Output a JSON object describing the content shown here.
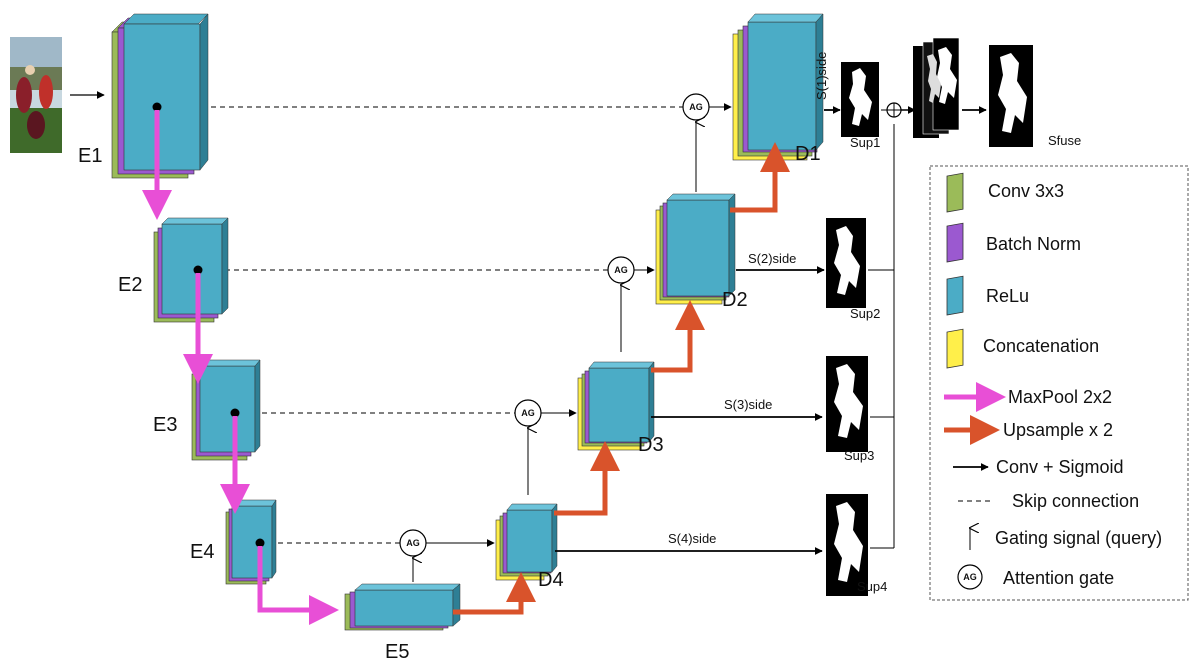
{
  "diagram": {
    "encoders": [
      "E1",
      "E2",
      "E3",
      "E4",
      "E5"
    ],
    "decoders": [
      "D1",
      "D2",
      "D3",
      "D4"
    ],
    "side_outputs": [
      "S(1)side",
      "S(2)side",
      "S(3)side",
      "S(4)side"
    ],
    "supervision": [
      "Sup1",
      "Sup2",
      "Sup3",
      "Sup4"
    ],
    "fused_output": "Sfuse",
    "attention_gate_symbol": "AG"
  },
  "legend": {
    "conv": "Conv 3x3",
    "batch_norm": "Batch Norm",
    "relu": "ReLu",
    "concat": "Concatenation",
    "maxpool": "MaxPool 2x2",
    "upsample": "Upsample x 2",
    "conv_sigmoid": "Conv + Sigmoid",
    "skip": "Skip connection",
    "gating": "Gating signal (query)",
    "attention_gate": "Attention gate"
  },
  "colors": {
    "conv": "#9bbb59",
    "batch_norm": "#9b59d0",
    "relu": "#4bacc6",
    "concat": "#ffef4a",
    "maxpool": "#e84fd6",
    "upsample": "#d9532b",
    "line": "#000000"
  }
}
